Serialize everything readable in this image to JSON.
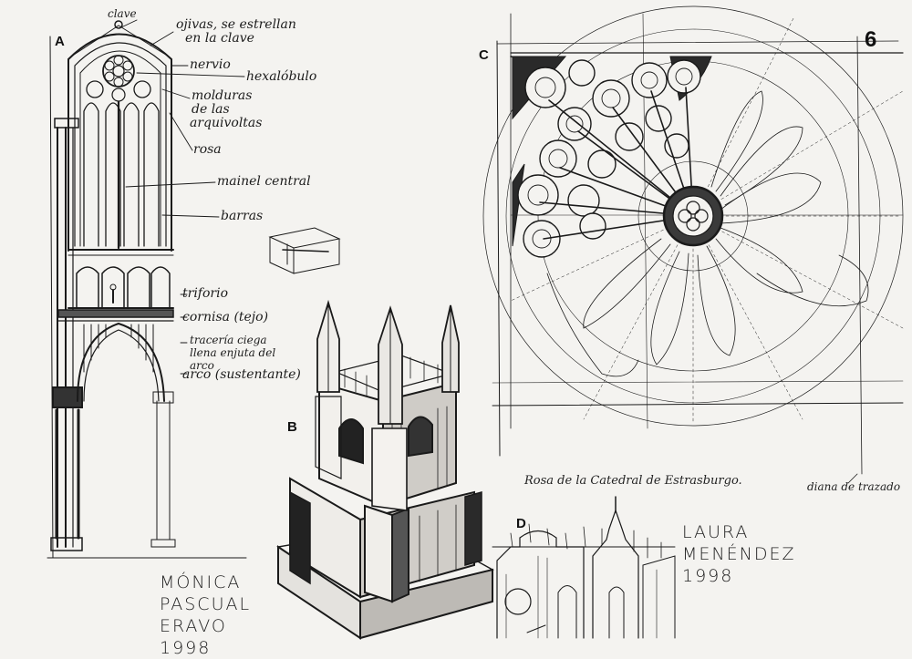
{
  "page_number": "6",
  "letters": {
    "a": "A",
    "b": "B",
    "c": "C",
    "d": "D"
  },
  "labels": {
    "clave": "clave",
    "ojivas_1": "ojivas, se estrellan",
    "ojivas_2": "en la clave",
    "nervio": "nervio",
    "hexalobulo": "hexalóbulo",
    "molduras_1": "molduras",
    "molduras_2": "de las",
    "molduras_3": "arquivoltas",
    "rosa": "rosa",
    "mainel": "mainel central",
    "barras": "barras",
    "triforio": "triforio",
    "cornisa": "cornisa (tejo)",
    "traceria_1": "tracería ciega",
    "traceria_2": "llena enjuta del",
    "traceria_3": "arco",
    "arco": "arco (sustentante)"
  },
  "captions": {
    "rosa_caption": "Rosa de la Catedral de Estrasburgo.",
    "diana": "diana de trazado"
  },
  "signatures": {
    "monica": "MÓNICA\nPASCUAL\nERAVO\n1998",
    "laura": "LAURA\nMENÉNDEZ\n1998"
  }
}
